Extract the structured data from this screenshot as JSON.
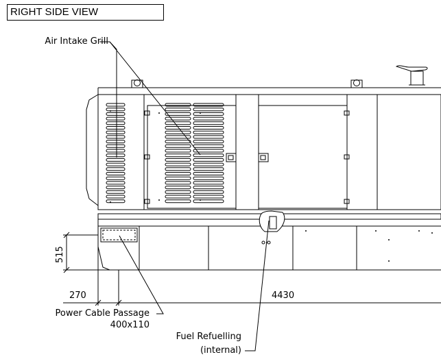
{
  "title": "RIGHT SIDE VIEW",
  "labels": {
    "air_intake": "Air Intake Grill",
    "power_cable_line1": "Power Cable Passage",
    "power_cable_line2": "400x110",
    "fuel_line1": "Fuel Refuelling",
    "fuel_line2": "(internal)"
  },
  "dimensions": {
    "height_base": "515",
    "offset_left": "270",
    "length": "4430"
  }
}
